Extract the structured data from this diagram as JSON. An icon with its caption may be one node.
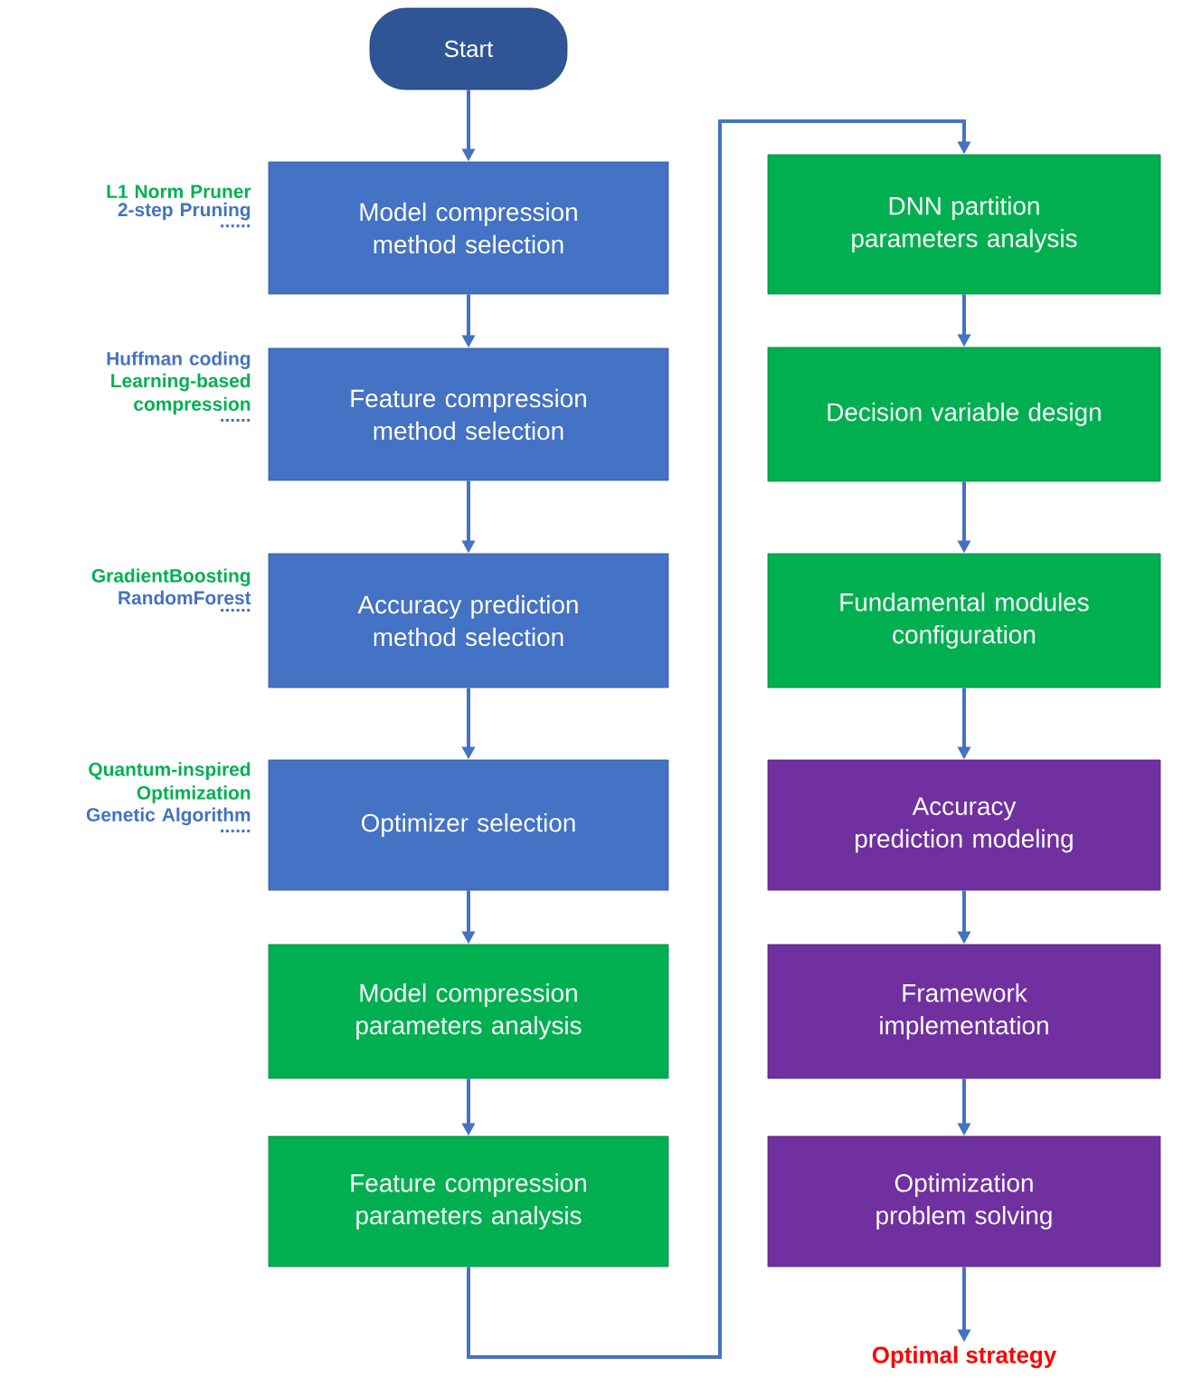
{
  "diagram": {
    "nodes": [
      {
        "text": [
          "Start"
        ]
      },
      {
        "text": [
          "Model compression method selection"
        ],
        "beside": [
          "L1 Norm Pruner",
          "2-step Pruning",
          "......"
        ]
      },
      {
        "text": [
          "Feature compression method selection"
        ],
        "beside": [
          "Huffman coding",
          "Learning-based compression",
          "......"
        ]
      },
      {
        "text": [
          "Accuracy prediction method selection"
        ],
        "beside": [
          "GradientBoosting",
          "RandomForest",
          "......"
        ]
      },
      {
        "text": [
          "Optimizer selection"
        ],
        "beside": [
          "Quantum-inspired Optimization",
          "Genetic Algorithm",
          "......"
        ]
      },
      {
        "text": [
          "Model compression parameters analysis"
        ]
      },
      {
        "text": [
          "Feature compression parameters analysis"
        ]
      },
      {
        "text": [
          "DNN partition parameters analysis"
        ]
      },
      {
        "text": [
          "Decision variable design"
        ]
      },
      {
        "text": [
          "Fundamental modules configuration"
        ]
      },
      {
        "text": [
          "Accuracy prediction modeling"
        ]
      },
      {
        "text": [
          "Framework implementation"
        ]
      },
      {
        "text": [
          "Optimization problem solving"
        ]
      },
      {
        "text": [
          "Optimal strategy"
        ]
      }
    ],
    "edges": [
      {
        "from": 0,
        "to": 1,
        "arrow": "to"
      },
      {
        "from": 1,
        "to": 2,
        "arrow": "to"
      },
      {
        "from": 2,
        "to": 3,
        "arrow": "to"
      },
      {
        "from": 3,
        "to": 4,
        "arrow": "to"
      },
      {
        "from": 4,
        "to": 5,
        "arrow": "to"
      },
      {
        "from": 5,
        "to": 6,
        "arrow": "to"
      },
      {
        "from": 6,
        "to": 7,
        "arrow": "to"
      },
      {
        "from": 7,
        "to": 8,
        "arrow": "to"
      },
      {
        "from": 8,
        "to": 9,
        "arrow": "to"
      },
      {
        "from": 9,
        "to": 10,
        "arrow": "to"
      },
      {
        "from": 10,
        "to": 11,
        "arrow": "to"
      },
      {
        "from": 11,
        "to": 12,
        "arrow": "to"
      },
      {
        "from": 12,
        "to": 13,
        "arrow": "to"
      }
    ]
  }
}
